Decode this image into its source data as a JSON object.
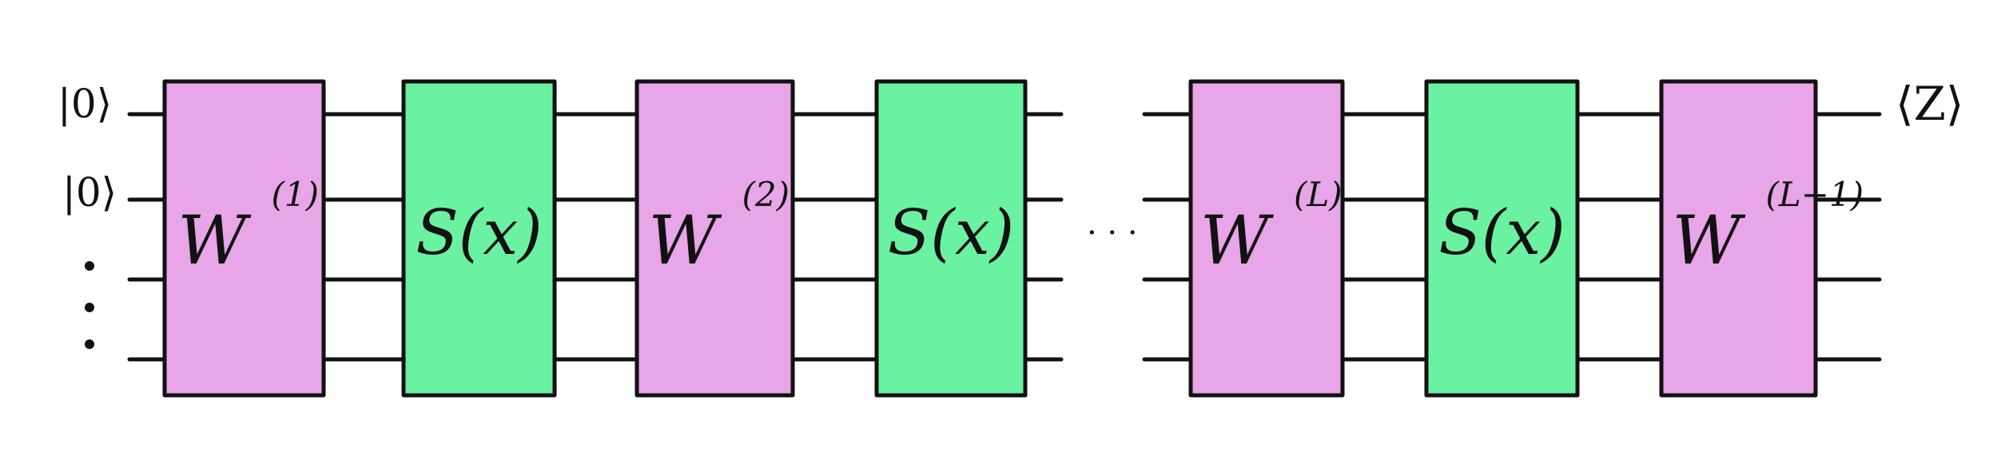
{
  "colors": {
    "trainable_block": "#e8a5e8",
    "encoding_block": "#6af2a2",
    "line": "#111111",
    "background": "#ffffff"
  },
  "inputs": {
    "qubit_1": "|0⟩",
    "qubit_2": "|0⟩",
    "vertical_dots": "⋮"
  },
  "ellipsis": "· · ·",
  "output_label": "⟨Z⟩",
  "blocks": [
    {
      "kind": "trainable",
      "symbol": "W",
      "superscript": "(1)"
    },
    {
      "kind": "encoding",
      "label": "S(x)"
    },
    {
      "kind": "trainable",
      "symbol": "W",
      "superscript": "(2)"
    },
    {
      "kind": "encoding",
      "label": "S(x)"
    },
    {
      "kind": "trainable",
      "symbol": "W",
      "superscript": "(L)"
    },
    {
      "kind": "encoding",
      "label": "S(x)"
    },
    {
      "kind": "trainable",
      "symbol": "W",
      "superscript": "(L+1)"
    }
  ]
}
